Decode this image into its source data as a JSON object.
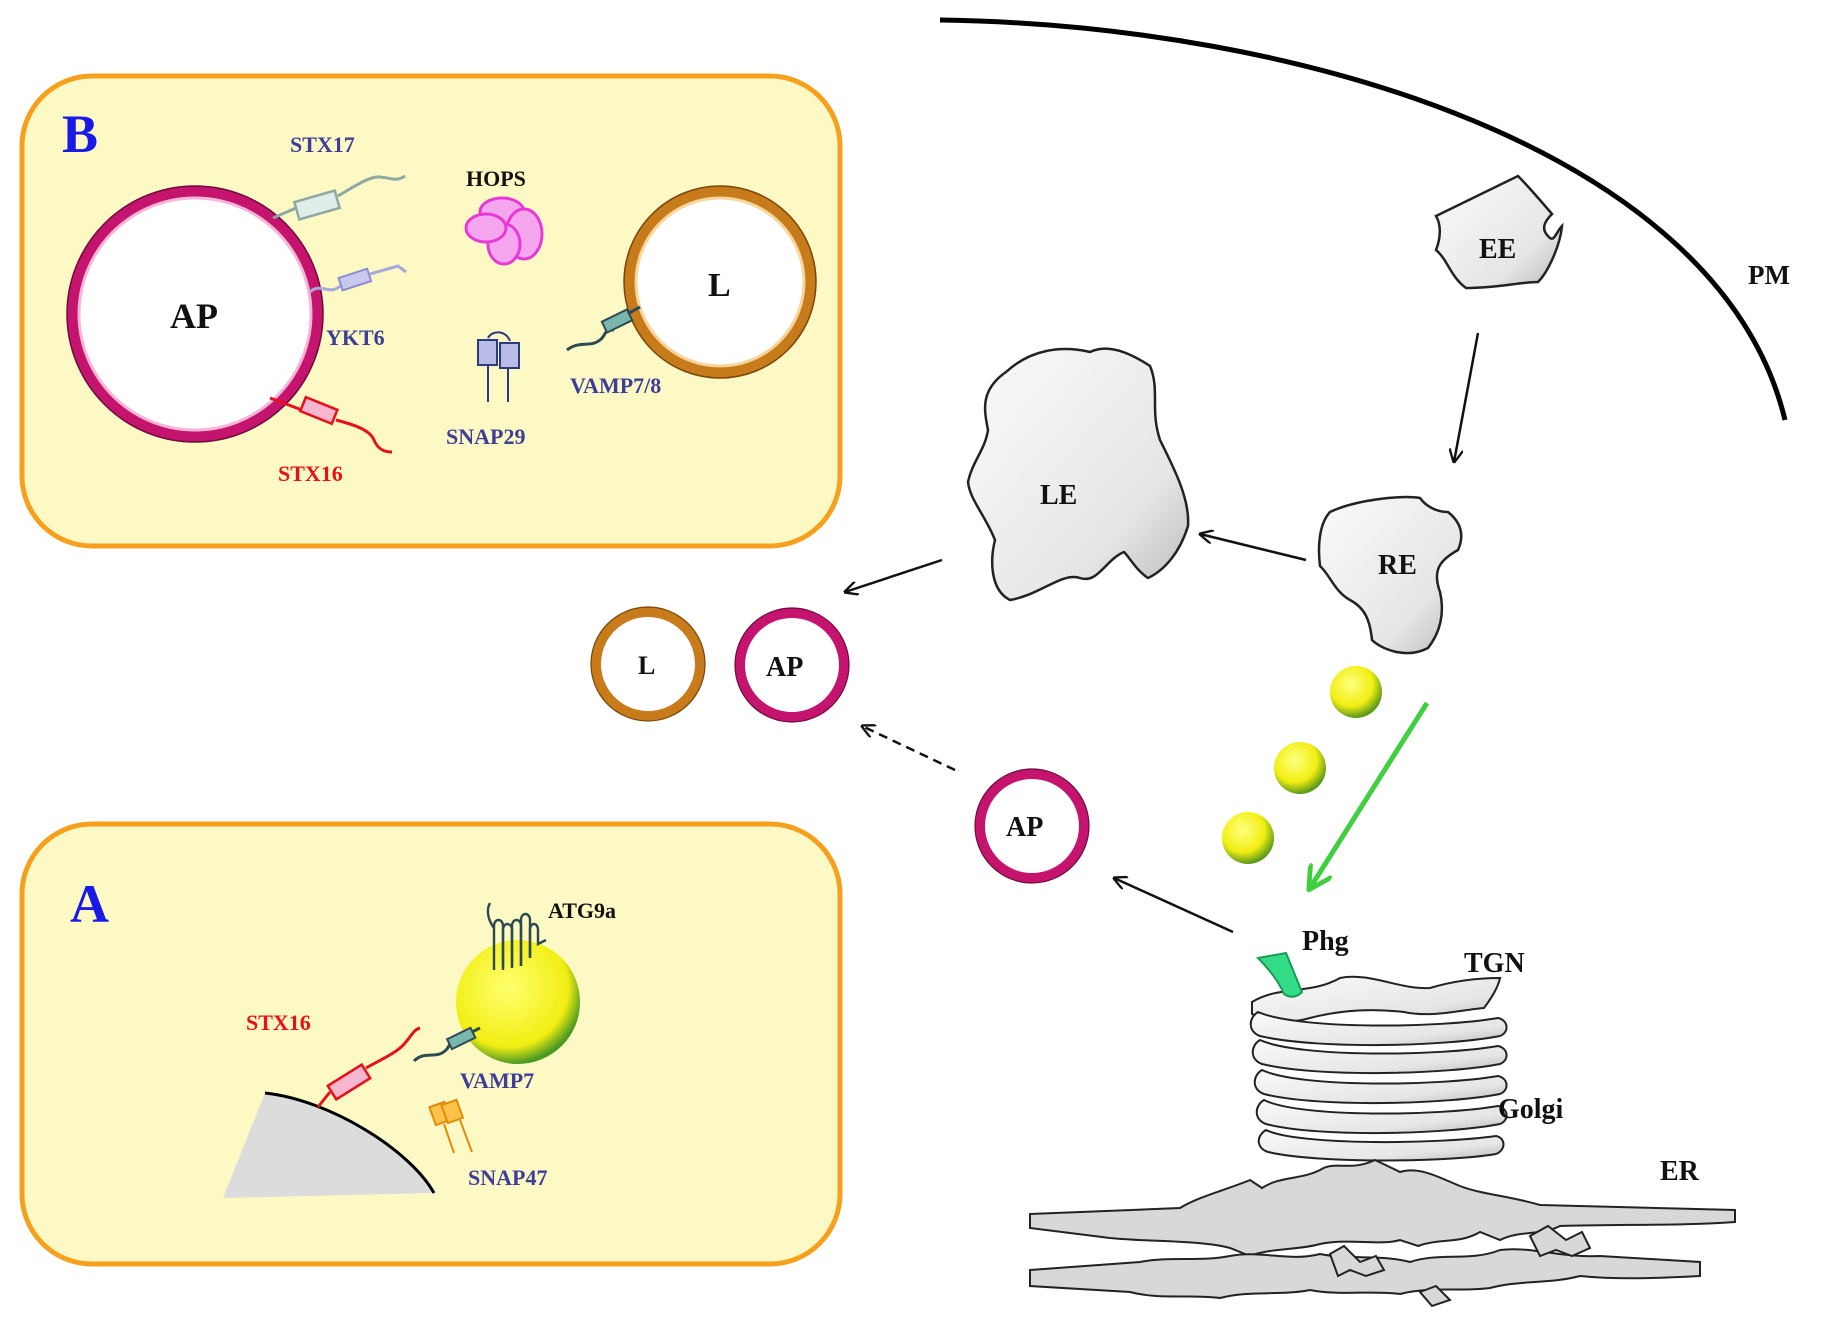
{
  "panel_b": {
    "letter": "B",
    "ap_label": "AP",
    "l_label": "L",
    "stx17": "STX17",
    "hops": "HOPS",
    "ykt6": "YKT6",
    "snap29": "SNAP29",
    "vamp78": "VAMP7/8",
    "stx16": "STX16"
  },
  "panel_a": {
    "letter": "A",
    "atg9a": "ATG9a",
    "stx16": "STX16",
    "vamp7": "VAMP7",
    "snap47": "SNAP47"
  },
  "cell": {
    "pm": "PM",
    "ee": "EE",
    "le": "LE",
    "re": "RE",
    "l_fused": "L",
    "ap_fused": "AP",
    "ap_single": "AP",
    "phg": "Phg",
    "tgn": "TGN",
    "golgi": "Golgi",
    "er": "ER"
  },
  "colors": {
    "panel_fill": "#fdf9c4",
    "panel_border": "#f7a01e",
    "letter": "#1a1ae6",
    "ap_ring": "#c5146e",
    "lysosome_ring": "#c87b1a",
    "stx16": "#e8101a",
    "protein_label": "#3d3d9a",
    "vesicle_yellow": "#f2ee12",
    "arrow_green": "#3fcf3f",
    "phg_green": "#33dd88",
    "hops_magenta": "#e63ad6"
  }
}
